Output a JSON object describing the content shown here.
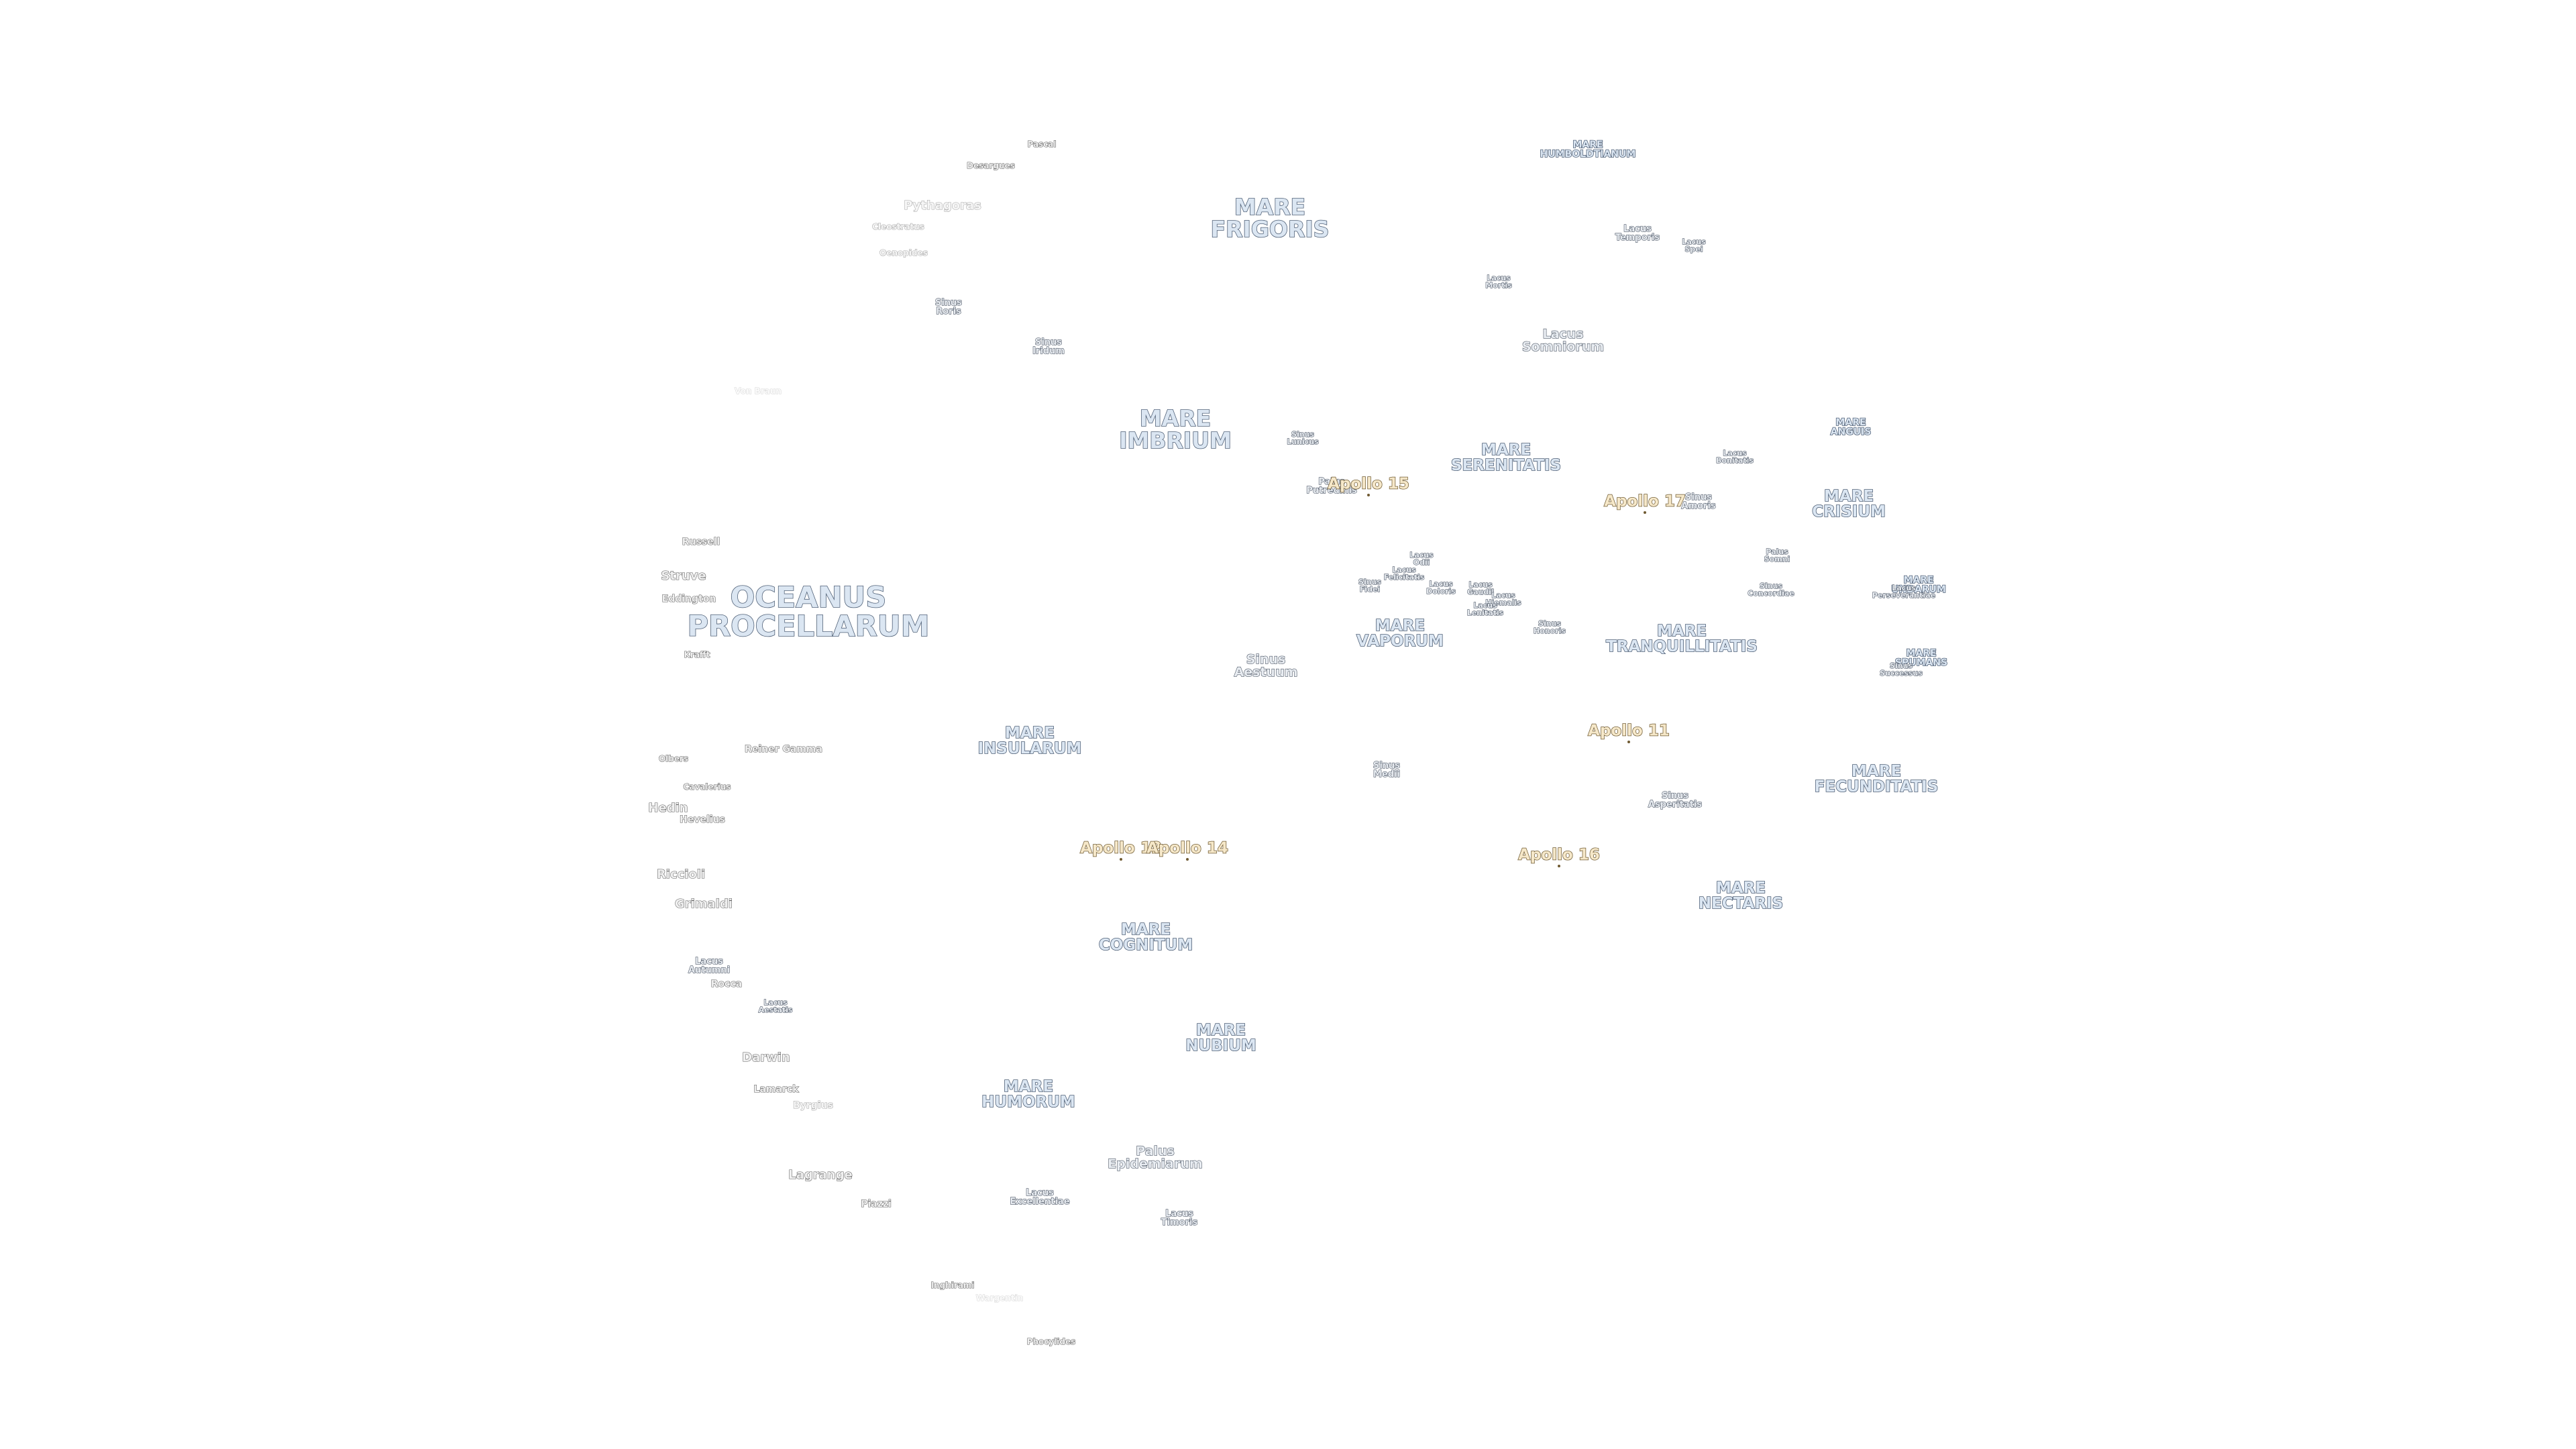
{
  "mare": [
    {
      "text": "OCEANUS\nPROCELLARUM",
      "size": "xl"
    },
    {
      "text": "MARE\nFRIGORIS",
      "size": "l"
    },
    {
      "text": "MARE\nIMBRIUM",
      "size": "l"
    },
    {
      "text": "MARE\nSERENITATIS",
      "size": "m"
    },
    {
      "text": "MARE\nTRANQUILLITATIS",
      "size": "m"
    },
    {
      "text": "MARE\nCRISIUM",
      "size": "m"
    },
    {
      "text": "MARE\nFECUNDITATIS",
      "size": "m"
    },
    {
      "text": "MARE\nNUBIUM",
      "size": "m"
    },
    {
      "text": "MARE\nINSULARUM",
      "size": "m"
    },
    {
      "text": "MARE\nHUMORUM",
      "size": "m"
    },
    {
      "text": "MARE\nCOGNITUM",
      "size": "m"
    },
    {
      "text": "MARE\nNECTARIS",
      "size": "m"
    },
    {
      "text": "MARE\nVAPORUM",
      "size": "m"
    },
    {
      "text": "MARE\nHUMBOLDTIANUM",
      "size": "s"
    },
    {
      "text": "MARE\nANGUIS",
      "size": "s"
    },
    {
      "text": "MARE\nUNDARUM",
      "size": "s"
    },
    {
      "text": "MARE\nSPUMANS",
      "size": "s"
    }
  ],
  "features": [
    {
      "text": "Lacus\nSomniorum",
      "size": "m"
    },
    {
      "text": "Sinus\nAestuum",
      "size": "m"
    },
    {
      "text": "Palus\nEpidemiarum",
      "size": "m"
    },
    {
      "text": "Sinus\nIridum",
      "size": "s"
    },
    {
      "text": "Sinus\nRoris",
      "size": "s"
    },
    {
      "text": "Lacus\nTemporis",
      "size": "s"
    },
    {
      "text": "Lacus\nSpei",
      "size": "xs"
    },
    {
      "text": "Lacus\nMortis",
      "size": "xs"
    },
    {
      "text": "Sinus\nLunicus",
      "size": "xs"
    },
    {
      "text": "Palus\nPutredinis",
      "size": "s"
    },
    {
      "text": "Lacus\nBonitatis",
      "size": "xs"
    },
    {
      "text": "Sinus\nAmoris",
      "size": "s"
    },
    {
      "text": "Palus\nSomni",
      "size": "xs"
    },
    {
      "text": "Sinus\nConcordiae",
      "size": "xs"
    },
    {
      "text": "Lacus\nPerseverantiae",
      "size": "xs"
    },
    {
      "text": "Sinus\nSuccessus",
      "size": "xs"
    },
    {
      "text": "Lacus\nOdii",
      "size": "xs"
    },
    {
      "text": "Lacus\nFelicitatis",
      "size": "xs"
    },
    {
      "text": "Sinus\nFidei",
      "size": "xs"
    },
    {
      "text": "Lacus\nDoloris",
      "size": "xs"
    },
    {
      "text": "Lacus\nGaudii",
      "size": "xs"
    },
    {
      "text": "Lacus\nHiemalis",
      "size": "xs"
    },
    {
      "text": "Lacus\nLenitatis",
      "size": "xs"
    },
    {
      "text": "Sinus\nHonoris",
      "size": "xs"
    },
    {
      "text": "Sinus\nMedii",
      "size": "s"
    },
    {
      "text": "Sinus\nAsperitatis",
      "size": "s"
    },
    {
      "text": "Lacus\nAutumni",
      "size": "s"
    },
    {
      "text": "Lacus\nAestatis",
      "size": "xs"
    },
    {
      "text": "Lacus\nExcellentiae",
      "size": "s"
    },
    {
      "text": "Lacus\nTimoris",
      "size": "s"
    }
  ],
  "craters": [
    {
      "text": "Pascal",
      "size": "xs",
      "op": 1
    },
    {
      "text": "Desargues",
      "size": "xs",
      "op": 1
    },
    {
      "text": "Pythagoras",
      "size": "m",
      "op": 0.55
    },
    {
      "text": "Cleostratus",
      "size": "xs",
      "op": 0.55
    },
    {
      "text": "Oenopides",
      "size": "xs",
      "op": 0.55
    },
    {
      "text": "Von Braun",
      "size": "xs",
      "op": 0.25
    },
    {
      "text": "Russell",
      "size": "s",
      "op": 1
    },
    {
      "text": "Struve",
      "size": "m",
      "op": 1
    },
    {
      "text": "Eddington",
      "size": "s",
      "op": 1
    },
    {
      "text": "Krafft",
      "size": "xs",
      "op": 1
    },
    {
      "text": "Olbers",
      "size": "xs",
      "op": 1
    },
    {
      "text": "Reiner Gamma",
      "size": "s",
      "op": 1
    },
    {
      "text": "Cavalerius",
      "size": "xs",
      "op": 1
    },
    {
      "text": "Hedin",
      "size": "m",
      "op": 1
    },
    {
      "text": "Hevelius",
      "size": "s",
      "op": 1
    },
    {
      "text": "Riccioli",
      "size": "m",
      "op": 1
    },
    {
      "text": "Grimaldi",
      "size": "m",
      "op": 1
    },
    {
      "text": "Rocca",
      "size": "s",
      "op": 1
    },
    {
      "text": "Darwin",
      "size": "m",
      "op": 1
    },
    {
      "text": "Lamarck",
      "size": "s",
      "op": 1
    },
    {
      "text": "Byrgius",
      "size": "s",
      "op": 0.55
    },
    {
      "text": "Lagrange",
      "size": "m",
      "op": 1
    },
    {
      "text": "Piazzi",
      "size": "s",
      "op": 1
    },
    {
      "text": "Inghirami",
      "size": "xs",
      "op": 1
    },
    {
      "text": "Wargentin",
      "size": "xs",
      "op": 0.25
    },
    {
      "text": "Phocylides",
      "size": "xs",
      "op": 1
    }
  ],
  "apollo": [
    {
      "text": "Apollo 15"
    },
    {
      "text": "Apollo 17"
    },
    {
      "text": "Apollo 11"
    },
    {
      "text": "Apollo 12"
    },
    {
      "text": "Apollo 14"
    },
    {
      "text": "Apollo 16"
    }
  ]
}
